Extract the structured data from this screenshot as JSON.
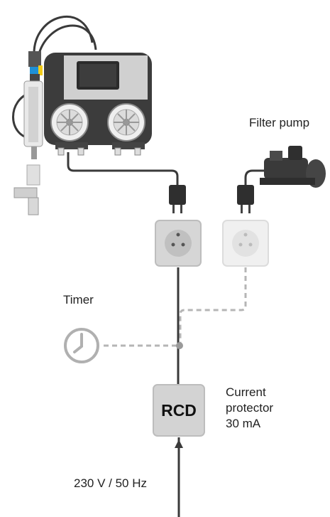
{
  "labels": {
    "filter_pump": "Filter pump",
    "timer": "Timer",
    "rcd": "RCD",
    "protector_line1": "Current",
    "protector_line2": "protector",
    "protector_line3": "30 mA",
    "supply": "230 V / 50 Hz"
  },
  "colors": {
    "cable": "#3a3a3a",
    "dashed_cable": "#b5b5b5",
    "socket_active": "#d6d6d6",
    "socket_inactive": "#ececec",
    "device_body": "#3c3c3c",
    "device_panel": "#cfcfcf",
    "rcd_box": "#d3d3d3",
    "sensor_blue": "#1e90d6",
    "sensor_yellow": "#f2cc1a"
  },
  "icons": [
    "clock-icon",
    "socket-icon",
    "plug-icon",
    "pump-icon",
    "arrow-up-icon"
  ]
}
